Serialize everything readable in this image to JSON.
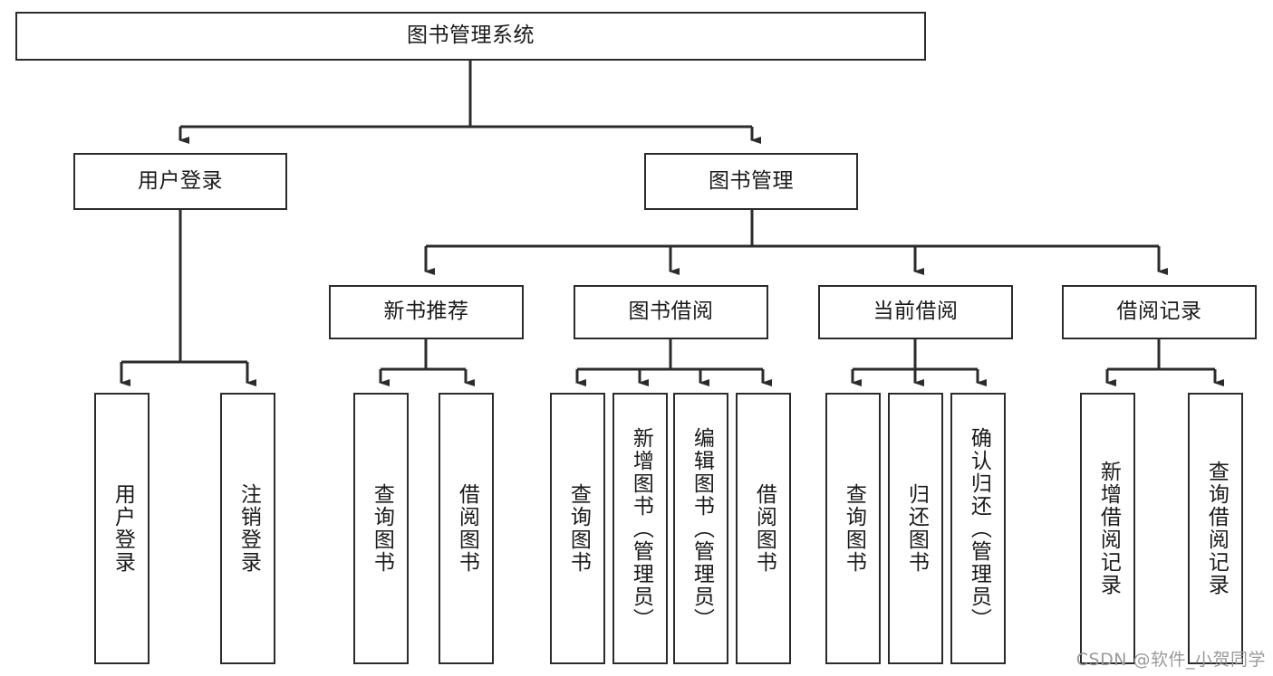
{
  "diagram": {
    "title": "图书管理系统",
    "type": "hierarchy-tree",
    "watermark": "CSDN @软件_小贺同学",
    "colors": {
      "stroke": "#2b2b2b",
      "fill": "#ffffff",
      "text": "#1a1a1a",
      "watermark": "#9a9a9a"
    },
    "levels": {
      "root": {
        "label": "图书管理系统"
      },
      "level2": [
        {
          "label": "用户登录"
        },
        {
          "label": "图书管理"
        }
      ],
      "level3": [
        {
          "label": "新书推荐"
        },
        {
          "label": "图书借阅"
        },
        {
          "label": "当前借阅"
        },
        {
          "label": "借阅记录"
        }
      ],
      "leaves": {
        "user_login": [
          {
            "label": "用户登录"
          },
          {
            "label": "注销登录"
          }
        ],
        "new_book_recommend": [
          {
            "label": "查询图书"
          },
          {
            "label": "借阅图书"
          }
        ],
        "book_borrow": [
          {
            "label": "查询图书"
          },
          {
            "label": "新增图书（管理员）"
          },
          {
            "label": "编辑图书（管理员）"
          },
          {
            "label": "借阅图书"
          }
        ],
        "current_borrow": [
          {
            "label": "查询图书"
          },
          {
            "label": "归还图书"
          },
          {
            "label": "确认归还（管理员）"
          }
        ],
        "borrow_record": [
          {
            "label": "新增借阅记录"
          },
          {
            "label": "查询借阅记录"
          }
        ]
      }
    }
  }
}
